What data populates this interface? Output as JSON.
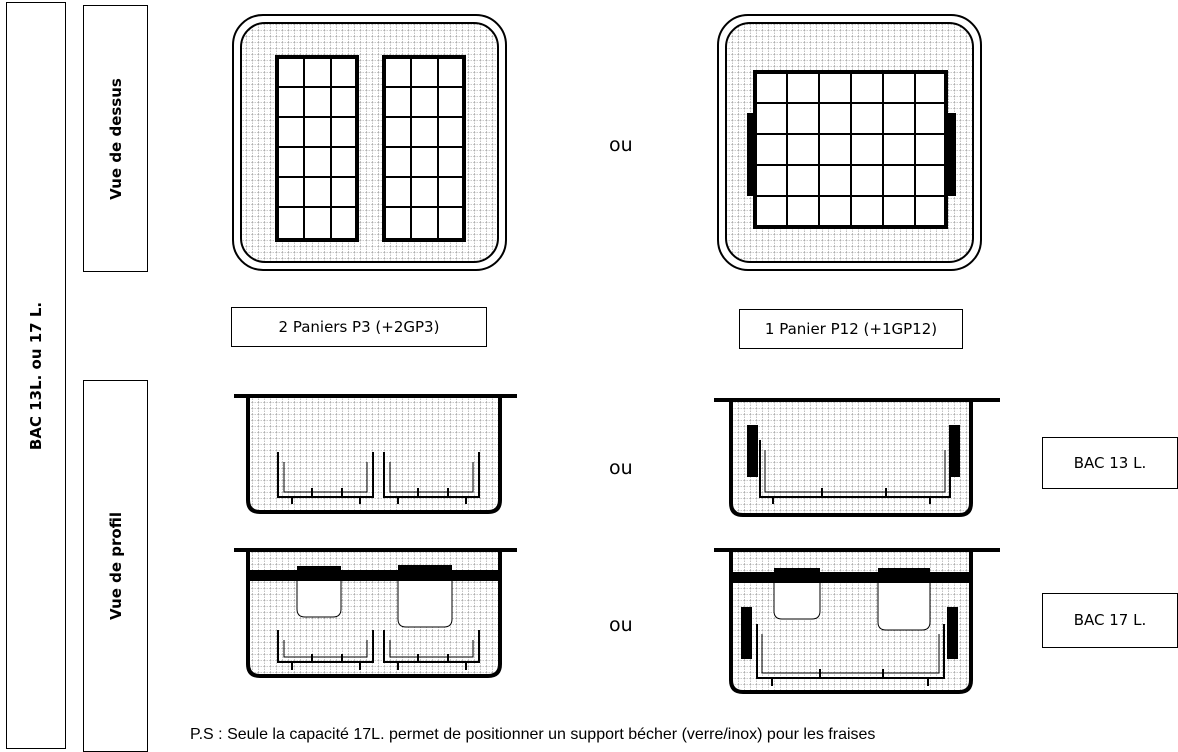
{
  "labels": {
    "outer": "BAC 13L. ou 17 L.",
    "top_view": "Vue de dessus",
    "side_view": "Vue de profil"
  },
  "captions": {
    "option_a": "2 Paniers P3 (+2GP3)",
    "option_b": "1 Panier P12 (+1GP12)"
  },
  "separator": "ou",
  "bacs": {
    "small": "BAC 13 L.",
    "large": "BAC 17 L."
  },
  "note": "P.S : Seule la capacité 17L. permet de positionner un support bécher (verre/inox) pour les fraises",
  "icons": {
    "top_two_baskets": "two-basket-top-view-icon",
    "top_one_basket": "one-basket-top-view-icon"
  }
}
